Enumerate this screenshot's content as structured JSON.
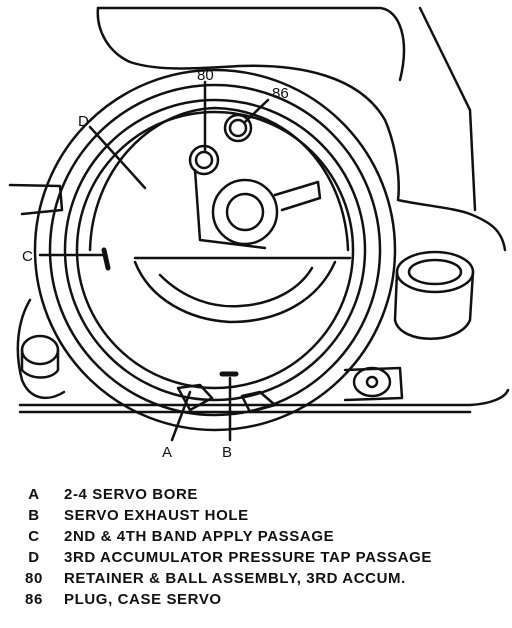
{
  "callouts": {
    "a": "A",
    "b": "B",
    "c": "C",
    "d": "D",
    "n80": "80",
    "n86": "86"
  },
  "legend": [
    {
      "key": "A",
      "desc": "2-4 SERVO BORE"
    },
    {
      "key": "B",
      "desc": "SERVO EXHAUST HOLE"
    },
    {
      "key": "C",
      "desc": "2ND & 4TH BAND APPLY PASSAGE"
    },
    {
      "key": "D",
      "desc": "3RD ACCUMULATOR PRESSURE TAP PASSAGE"
    },
    {
      "key": "80",
      "desc": "RETAINER & BALL ASSEMBLY, 3RD ACCUM."
    },
    {
      "key": "86",
      "desc": "PLUG, CASE SERVO"
    }
  ]
}
